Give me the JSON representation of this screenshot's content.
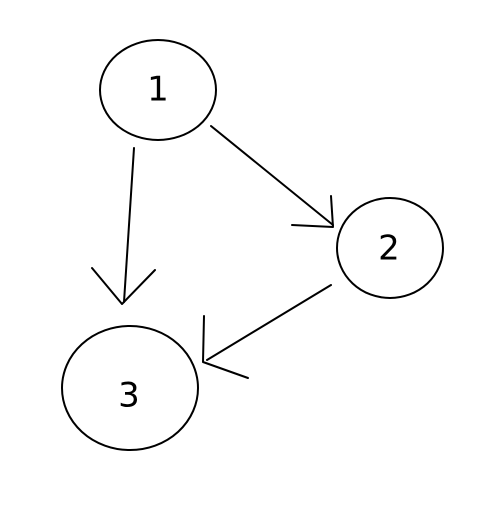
{
  "diagram": {
    "type": "directed-graph",
    "nodes": [
      {
        "id": "1",
        "label": "1"
      },
      {
        "id": "2",
        "label": "2"
      },
      {
        "id": "3",
        "label": "3"
      }
    ],
    "edges": [
      {
        "from": "1",
        "to": "2"
      },
      {
        "from": "1",
        "to": "3"
      },
      {
        "from": "2",
        "to": "3"
      }
    ]
  }
}
